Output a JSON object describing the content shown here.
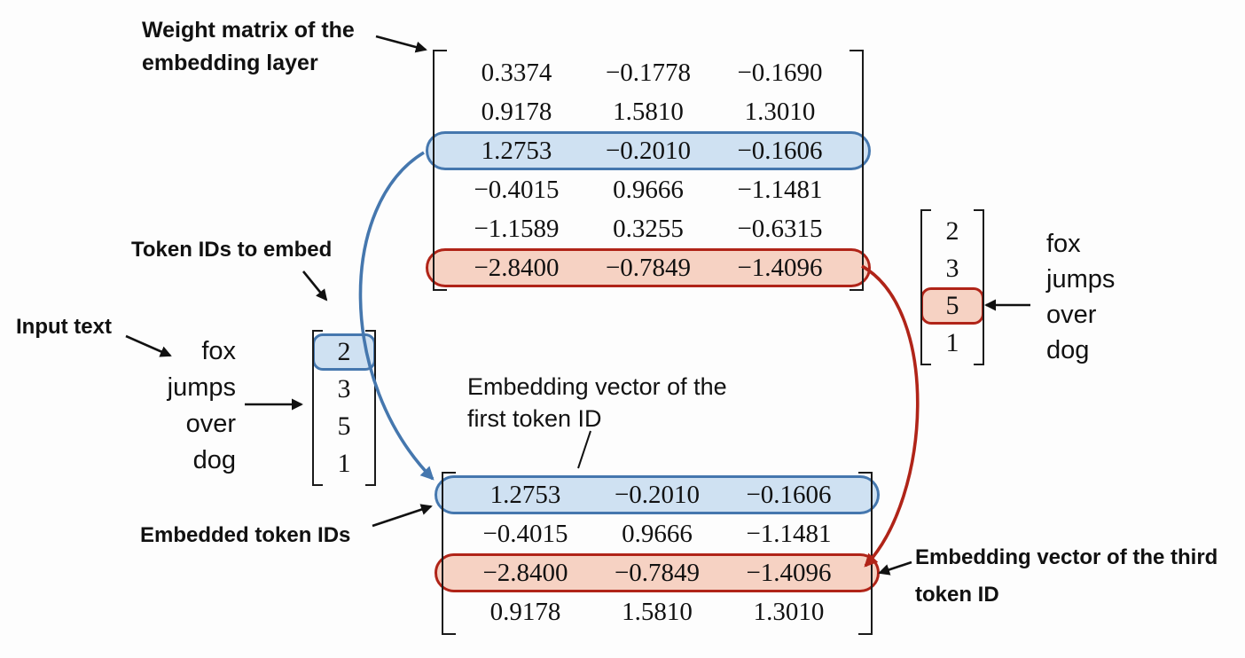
{
  "colors": {
    "blue_fill": "#cfe1f2",
    "blue_stroke": "#4577ae",
    "red_fill": "#f6d2c3",
    "red_stroke": "#b02418",
    "text": "#111111"
  },
  "labels": {
    "weight_matrix_line1": "Weight matrix of the",
    "weight_matrix_line2": "embedding layer",
    "token_ids": "Token IDs to embed",
    "input_text": "Input text",
    "embedded_token_ids": "Embedded token IDs",
    "embedding_first_line1": "Embedding vector of the",
    "embedding_first_line2": "first token ID",
    "embedding_third_line1": "Embedding vector of the third",
    "embedding_third_line2": "token ID"
  },
  "weight_matrix": {
    "rows": [
      [
        "0.3374",
        "−0.1778",
        "−0.1690"
      ],
      [
        "0.9178",
        "1.5810",
        "1.3010"
      ],
      [
        "1.2753",
        "−0.2010",
        "−0.1606"
      ],
      [
        "−0.4015",
        "0.9666",
        "−1.1481"
      ],
      [
        "−1.1589",
        "0.3255",
        "−0.6315"
      ],
      [
        "−2.8400",
        "−0.7849",
        "−1.4096"
      ]
    ],
    "highlighted_blue_row_index": 2,
    "highlighted_red_row_index": 5
  },
  "output_matrix": {
    "rows": [
      [
        "1.2753",
        "−0.2010",
        "−0.1606"
      ],
      [
        "−0.4015",
        "0.9666",
        "−1.1481"
      ],
      [
        "−2.8400",
        "−0.7849",
        "−1.4096"
      ],
      [
        "0.9178",
        "1.5810",
        "1.3010"
      ]
    ],
    "highlighted_blue_row_index": 0,
    "highlighted_red_row_index": 2
  },
  "token_ids_left": [
    "2",
    "3",
    "5",
    "1"
  ],
  "token_ids_left_highlighted_index": 0,
  "token_ids_right": [
    "2",
    "3",
    "5",
    "1"
  ],
  "token_ids_right_highlighted_index": 2,
  "words_left": [
    "fox",
    "jumps",
    "over",
    "dog"
  ],
  "words_right": [
    "fox",
    "jumps",
    "over",
    "dog"
  ]
}
